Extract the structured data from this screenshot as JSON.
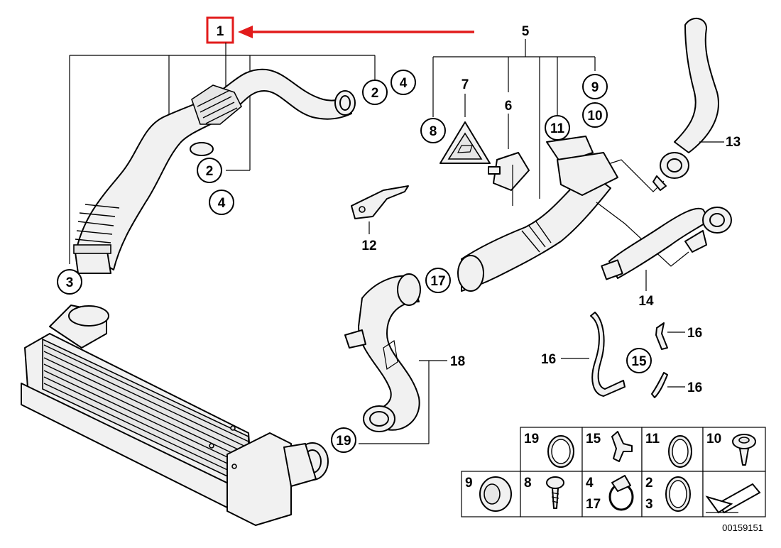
{
  "callouts": {
    "c1": "1",
    "c2a": "2",
    "c4a": "4",
    "c2b": "2",
    "c4b": "4",
    "c3": "3",
    "c5": "5",
    "c6": "6",
    "c7": "7",
    "c8": "8",
    "c9": "9",
    "c10": "10",
    "c11": "11",
    "c12": "12",
    "c13": "13",
    "c14": "14",
    "c15": "15",
    "c16a": "16",
    "c16b": "16",
    "c16c": "16",
    "c17": "17",
    "c18": "18",
    "c19": "19"
  },
  "legend": {
    "row1": [
      "19",
      "15",
      "11",
      "10"
    ],
    "row2_a": "9",
    "row2_b": "8",
    "row2_c_top": "4",
    "row2_c_bottom": "17",
    "row2_d_top": "2",
    "row2_d_bottom": "3"
  },
  "diagram_number": "00159151",
  "highlight": {
    "label": "1",
    "color": "#e21b1b"
  }
}
